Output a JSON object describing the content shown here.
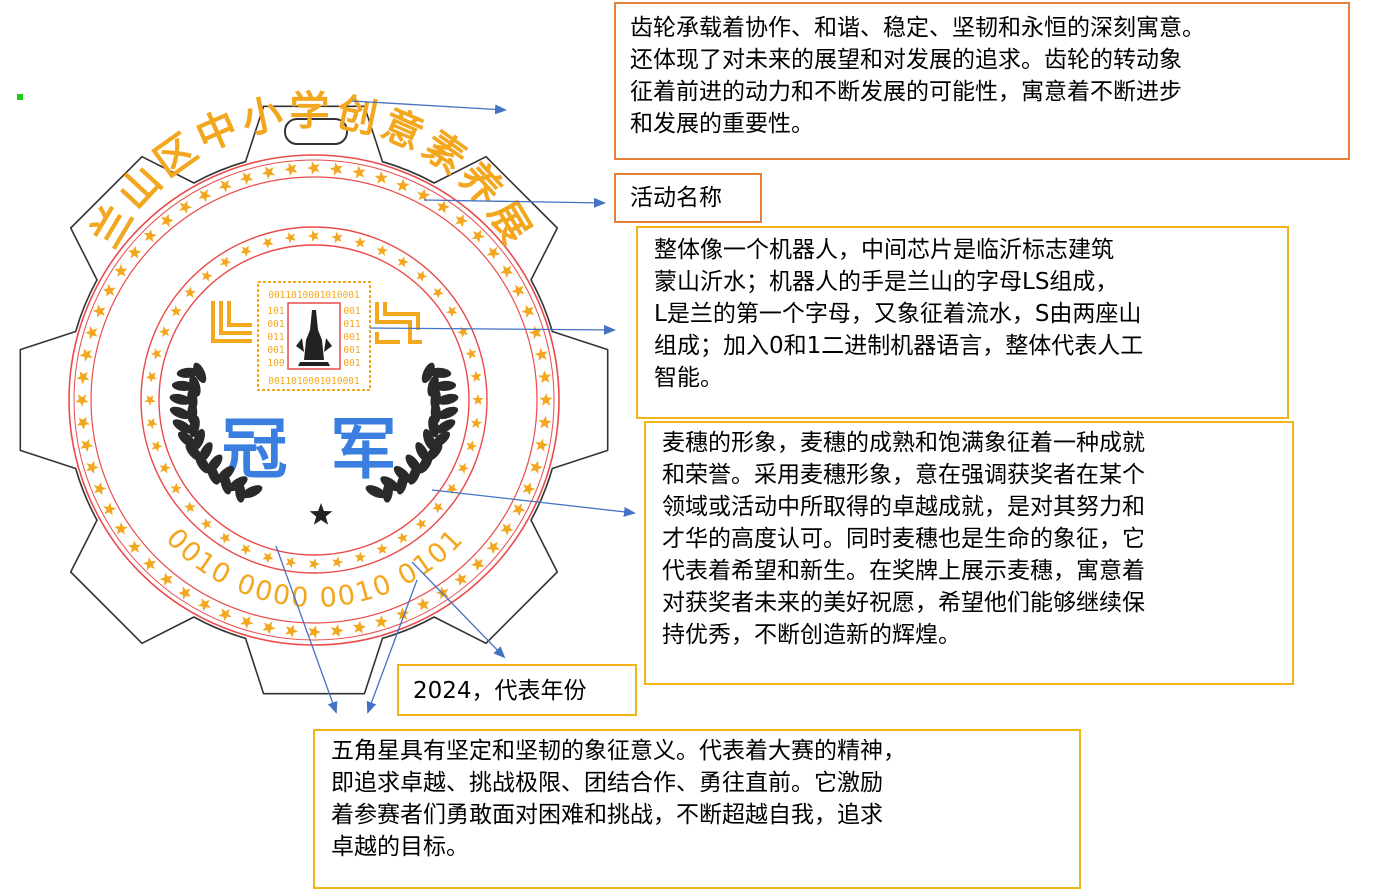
{
  "medal": {
    "school_title": "兰山区中小学创意素养展",
    "award_text": "冠 军",
    "binary_year": "0010 0000 0010 0101",
    "chip_top_bits": "0011010001010001",
    "chip_bottom_bits": "0011010001010001",
    "chip_left_bits": [
      "101",
      "001",
      "011",
      "001",
      "100"
    ],
    "chip_right_bits": [
      "001",
      "011",
      "001",
      "001",
      "001"
    ]
  },
  "annotations": {
    "gear": "齿轮承载着协作、和谐、稳定、坚韧和永恒的深刻寓意。\n还体现了对未来的展望和对发展的追求。齿轮的转动象\n征着前进的动力和不断发展的可能性，寓意着不断进步\n和发展的重要性。",
    "name": "活动名称",
    "robot": "整体像一个机器人，中间芯片是临沂标志建筑\n蒙山沂水；机器人的手是兰山的字母LS组成，\nL是兰的第一个字母，又象征着流水，S由两座山\n组成；加入0和1二进制机器语言，整体代表人工\n智能。",
    "wheat": "麦穗的形象，麦穗的成熟和饱满象征着一种成就\n和荣誉。采用麦穗形象，意在强调获奖者在某个\n领域或活动中所取得的卓越成就，是对其努力和\n才华的高度认可。同时麦穗也是生命的象征，它\n代表着希望和新生。在奖牌上展示麦穗，寓意着\n对获奖者未来的美好祝愿，希望他们能够继续保\n持优秀，不断创造新的辉煌。",
    "year": "2024，代表年份",
    "star": "五角星具有坚定和坚韧的象征意义。代表着大赛的精神，\n即追求卓越、挑战极限、团结合作、勇往直前。它激励\n着参赛者们勇敢面对困难和挑战，不断超越自我，追求\n卓越的目标。"
  },
  "colors": {
    "orange_border": "#e5803a",
    "gold_border": "#f1b519",
    "ring_red": "#ea4a4a",
    "star_gold": "#f3a71e",
    "award_blue": "#3a7fe0",
    "arrow_blue": "#4472c4"
  }
}
